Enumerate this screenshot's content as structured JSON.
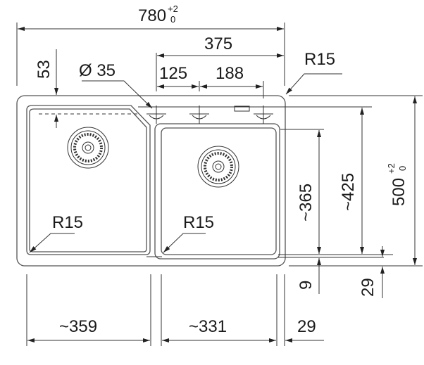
{
  "title": "Double bowl sink dimension drawing",
  "dimensions": {
    "overall_width": "780",
    "overall_width_tol_upper": "+2",
    "overall_width_tol_lower": "0",
    "tap_span": "375",
    "tap_spacing_1": "125",
    "tap_spacing_2": "188",
    "hole_diameter": "Ø 35",
    "overflow_offset": "53",
    "corner_radius_outer": "R15",
    "corner_radius_left": "R15",
    "corner_radius_right": "R15",
    "right_bowl_depth": "~365",
    "left_bowl_depth": "~425",
    "overall_depth": "500",
    "overall_depth_tol_upper": "+2",
    "overall_depth_tol_lower": "0",
    "bottom_gap_9": "9",
    "bottom_gap_29": "29",
    "left_bowl_width": "~359",
    "right_bowl_width": "~331",
    "right_rim_width": "29"
  }
}
